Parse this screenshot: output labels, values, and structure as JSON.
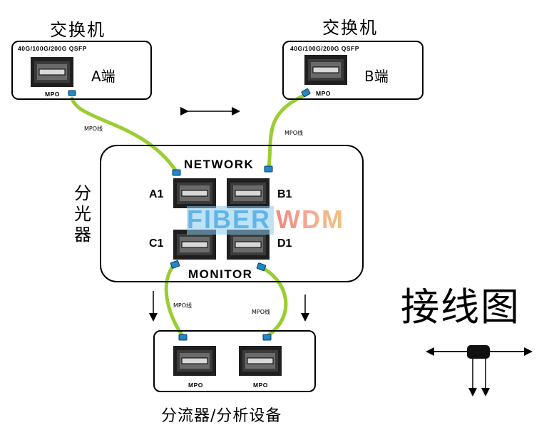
{
  "switch_a": {
    "title": "交换机",
    "spec": "40G/100G/200G QSFP",
    "port_label": "A端",
    "connector": "MPO"
  },
  "switch_b": {
    "title": "交换机",
    "spec": "40G/100G/200G QSFP",
    "port_label": "B端",
    "connector": "MPO"
  },
  "cable_label": "MPO线",
  "splitter": {
    "side_label": [
      "分",
      "光",
      "器"
    ],
    "network_label": "NETWORK",
    "monitor_label": "MONITOR",
    "ports": [
      "A1",
      "B1",
      "C1",
      "D1"
    ],
    "watermark_left": "FIBER",
    "watermark_right": "WDM"
  },
  "analyzer": {
    "connector_left": "MPO",
    "connector_right": "MPO",
    "caption": "分流器/分析设备"
  },
  "diagram_title": "接线图",
  "colors": {
    "cable": "#9acd32",
    "connector": "#1e88c8",
    "port_frame": "#222222",
    "watermark_blue": "#3aa3e0",
    "watermark_red": "#e64a3a",
    "watermark_orange": "#f2a03a"
  }
}
